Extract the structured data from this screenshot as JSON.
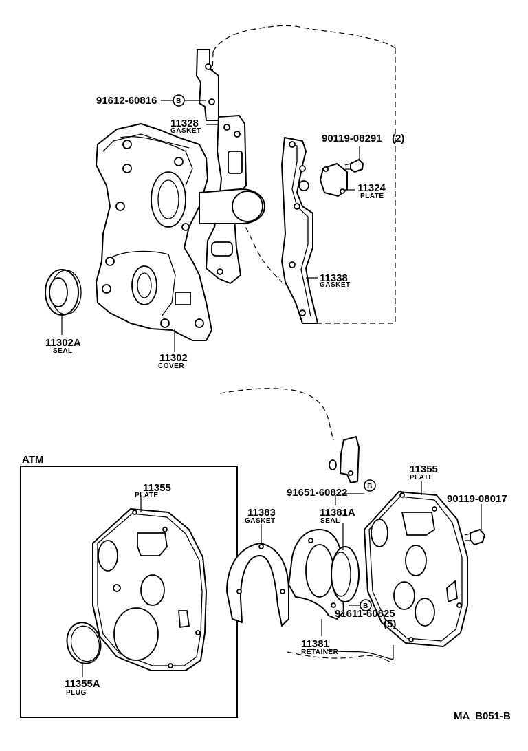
{
  "labels": {
    "p91612": "91612-60816",
    "b_marker": "B",
    "p11328": "11328",
    "p11328_name": "GASKET",
    "p90119a": "90119-08291",
    "p90119a_qty": "(2)",
    "p11324": "11324",
    "p11324_name": "PLATE",
    "p11338": "11338",
    "p11338_name": "GASKET",
    "p11302A": "11302A",
    "p11302A_name": "SEAL",
    "p11302": "11302",
    "p11302_name": "COVER",
    "atm": "ATM",
    "p11355_atm": "11355",
    "p11355_atm_name": "PLATE",
    "p11355A": "11355A",
    "p11355A_name": "PLUG",
    "p91651": "91651-60822",
    "p11355": "11355",
    "p11355_name": "PLATE",
    "p90119b": "90119-08017",
    "p11383": "11383",
    "p11383_name": "GASKET",
    "p11381A": "11381A",
    "p11381A_name": "SEAL",
    "p91611": "91611-60825",
    "p91611_qty": "(5)",
    "p11381": "11381",
    "p11381_name": "RETAINER",
    "catalog_code": "MA  B051-B"
  }
}
